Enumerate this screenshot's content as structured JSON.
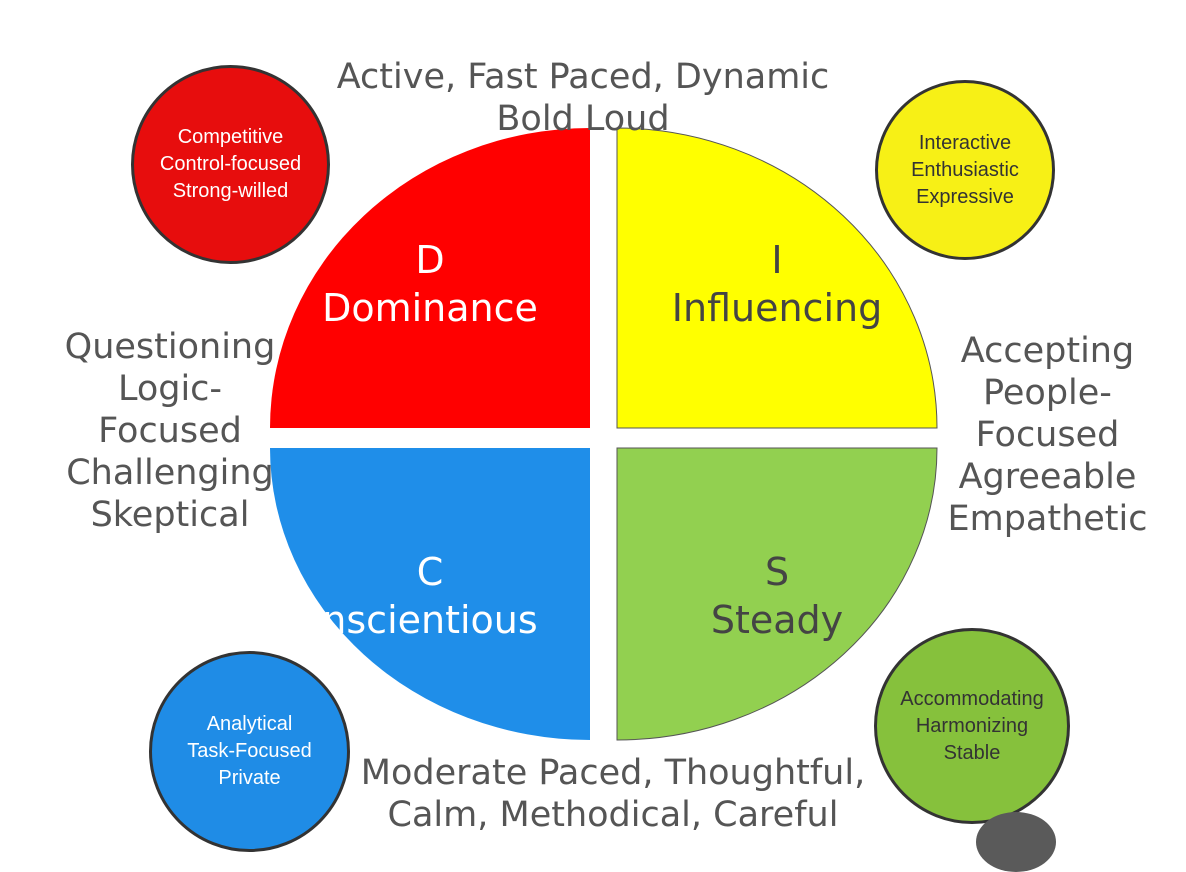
{
  "top_label": [
    "Active, Fast Paced, Dynamic",
    "Bold Loud"
  ],
  "bottom_label": [
    "Moderate Paced, Thoughtful,",
    "Calm, Methodical, Careful"
  ],
  "left_label": [
    "Questioning",
    "Logic-",
    "Focused",
    "Challenging",
    "Skeptical"
  ],
  "right_label": [
    "Accepting",
    "People-",
    "Focused",
    "Agreeable",
    "Empathetic"
  ],
  "quadrants": {
    "d": {
      "letter": "D",
      "name": "Dominance",
      "color": "#ff0000"
    },
    "i": {
      "letter": "I",
      "name": "Influencing",
      "color": "#ffff00"
    },
    "c": {
      "letter": "C",
      "name": "nscientious",
      "color": "#1f8ee9"
    },
    "s": {
      "letter": "S",
      "name": "Steady",
      "color": "#92d050"
    }
  },
  "bubbles": {
    "red": [
      "Competitive",
      "Control-focused",
      "Strong-willed"
    ],
    "yellow": [
      "Interactive",
      "Enthusiastic",
      "Expressive"
    ],
    "blue": [
      "Analytical",
      "Task-Focused",
      "Private"
    ],
    "green": [
      "Accommodating",
      "Harmonizing",
      "Stable"
    ]
  }
}
